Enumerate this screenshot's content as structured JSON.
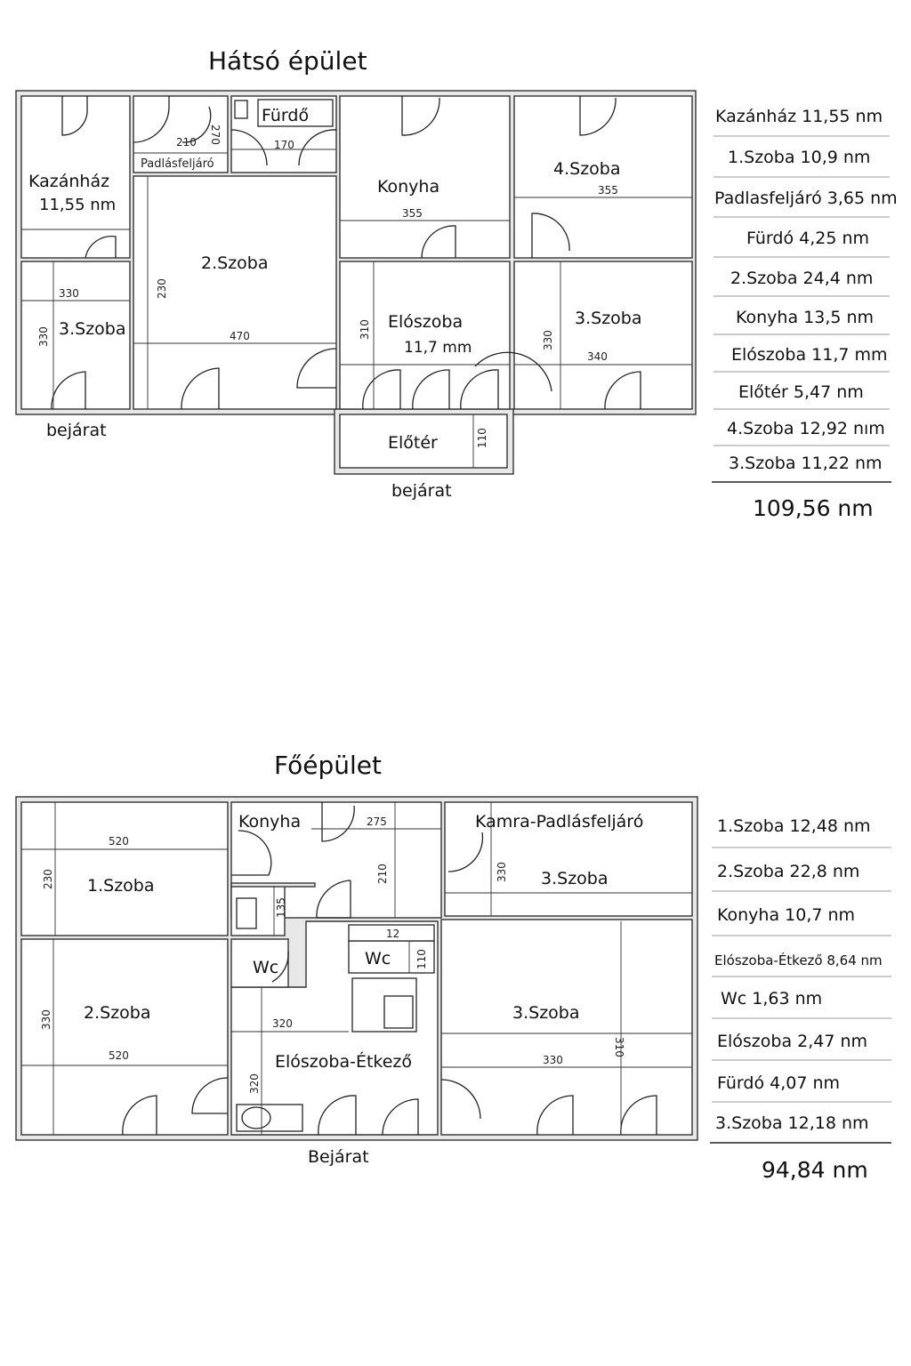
{
  "back_building": {
    "title": "Hátsó épület",
    "rooms": {
      "kazanhaz": "Kazánház",
      "kazanhaz_area": "11,55 nm",
      "padlasfeljaro": "Padlásfeljáró",
      "furdo": "Fürdő",
      "szoba2": "2.Szoba",
      "szoba3": "3.Szoba",
      "konyha": "Konyha",
      "eloszoba": "Elószoba",
      "eloszoba_area": "11,7 mm",
      "szoba4": "4.Szoba",
      "szoba3b": "3.Szoba",
      "eloter": "Előtér"
    },
    "dimensions": [
      "210",
      "270",
      "170",
      "355",
      "355",
      "330",
      "330",
      "230",
      "470",
      "310",
      "330",
      "340",
      "110"
    ],
    "entrances": [
      "bejárat",
      "bejárat"
    ],
    "legend": [
      "Kazánház 11,55 nm",
      "1.Szoba 10,9 nm",
      "Padlasfeljáró 3,65 nm",
      "Fürdó 4,25 nm",
      "2.Szoba 24,4 nm",
      "Konyha 13,5 nm",
      "Elószoba 11,7 mm",
      "Előtér 5,47 nm",
      "4.Szoba 12,92 nım",
      "3.Szoba 11,22 nm"
    ],
    "total": "109,56 nm"
  },
  "main_building": {
    "title": "Főépület",
    "rooms": {
      "szoba1": "1.Szoba",
      "szoba2": "2.Szoba",
      "konyha": "Konyha",
      "kamra": "Kamra-Padlásfeljáró",
      "szoba3a": "3.Szoba",
      "szoba3b": "3.Szoba",
      "wc1": "Wc",
      "wc2": "Wc",
      "eloszoba_etkezo": "Elószoba-Étkező"
    },
    "dimensions": [
      "520",
      "230",
      "275",
      "210",
      "135",
      "330",
      "12",
      "110",
      "330",
      "520",
      "320",
      "310",
      "330",
      "320"
    ],
    "entrance": "Bejárat",
    "legend": [
      "1.Szoba 12,48 nm",
      "2.Szoba 22,8 nm",
      "Konyha 10,7 nm",
      "Elószoba-Étkező 8,64 nm",
      "Wc 1,63 nm",
      "Elószoba 2,47 nm",
      "Fürdó 4,07 nm",
      "3.Szoba 12,18 nm"
    ],
    "total": "94,84 nm"
  }
}
